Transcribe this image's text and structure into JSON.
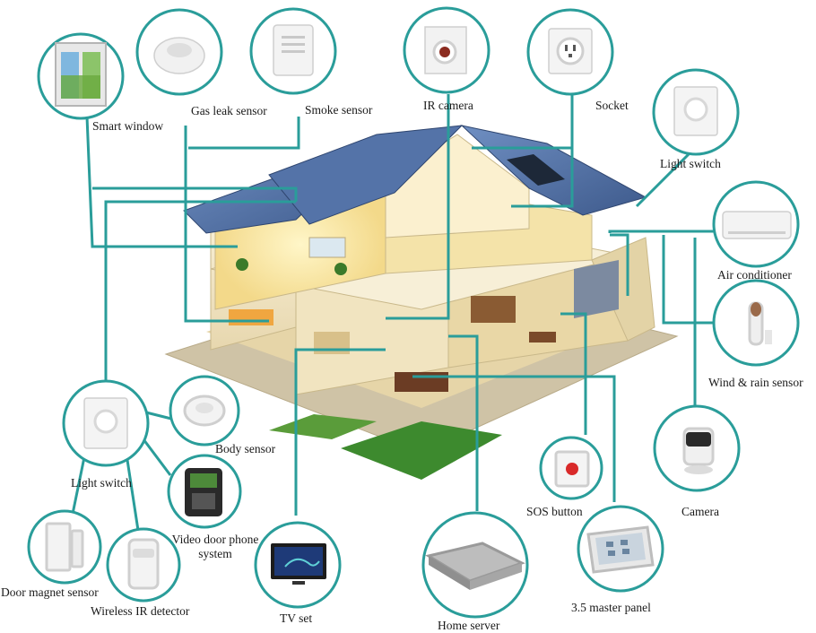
{
  "colors": {
    "connector": "#2a9d9a",
    "ring": "#2a9d9a",
    "roof": "#4f6fa3",
    "wall": "#f4ecd6",
    "lawn": "#3d8a2e",
    "floor": "#d9c9a0"
  },
  "devices": [
    {
      "label": "Smart window",
      "icon": "window-icon"
    },
    {
      "label": "Gas leak sensor",
      "icon": "gas-sensor-icon"
    },
    {
      "label": "Smoke sensor",
      "icon": "smoke-sensor-icon"
    },
    {
      "label": "IR camera",
      "icon": "ir-camera-icon"
    },
    {
      "label": "Socket",
      "icon": "socket-icon"
    },
    {
      "label": "Light switch",
      "icon": "light-switch-icon"
    },
    {
      "label": "Air conditioner",
      "icon": "air-conditioner-icon"
    },
    {
      "label": "Wind & rain sensor",
      "icon": "wind-rain-sensor-icon"
    },
    {
      "label": "Camera",
      "icon": "camera-icon"
    },
    {
      "label": "SOS button",
      "icon": "sos-button-icon"
    },
    {
      "label": "3.5 master panel",
      "icon": "master-panel-icon"
    },
    {
      "label": "Home server",
      "icon": "home-server-icon"
    },
    {
      "label": "TV set",
      "icon": "tv-icon"
    },
    {
      "label": "Video door phone system",
      "icon": "video-door-phone-icon"
    },
    {
      "label": "Body sensor",
      "icon": "body-sensor-icon"
    },
    {
      "label": "Light switch",
      "icon": "light-switch-icon"
    },
    {
      "label": "Door magnet sensor",
      "icon": "door-magnet-sensor-icon"
    },
    {
      "label": "Wireless IR detector",
      "icon": "ir-detector-icon"
    }
  ]
}
